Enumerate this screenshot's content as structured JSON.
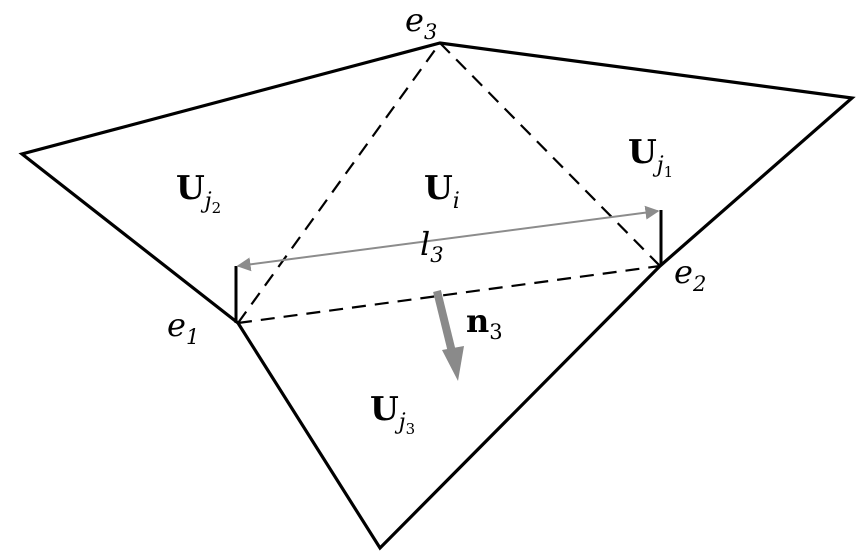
{
  "labels": {
    "e1": "e",
    "e1_sub": "1",
    "e2": "e",
    "e2_sub": "2",
    "e3": "e",
    "e3_sub": "3",
    "l3": "l",
    "l3_sub": "3",
    "n3": "n",
    "n3_sub": "3",
    "Ui": "U",
    "Ui_sub": "i",
    "Uj1": "U",
    "Uj1_sub": "j",
    "Uj1_subsub": "1",
    "Uj2": "U",
    "Uj2_sub": "j",
    "Uj2_subsub": "2",
    "Uj3": "U",
    "Uj3_sub": "j",
    "Uj3_subsub": "3"
  },
  "colors": {
    "stroke": "#000000",
    "measure": "#8c8c8c",
    "normal_arrow": "#8a8a8a"
  }
}
